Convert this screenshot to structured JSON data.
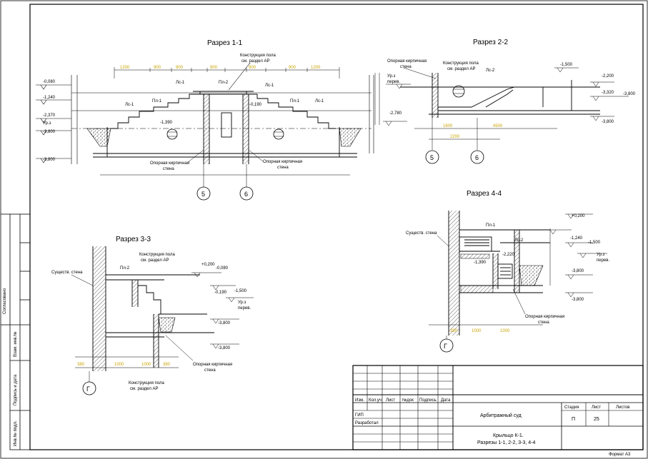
{
  "colors": {
    "line": "#000000",
    "dim": "#c8a400",
    "paper": "#ffffff"
  },
  "sections": {
    "s11": {
      "title": "Разрез 1-1",
      "constr": [
        "Конструкция пола",
        "см. раздел АР"
      ],
      "labels": {
        "lc1a": "Лс-1",
        "pl1a": "Пл-1",
        "pl2": "Пл-2",
        "lc1b": "Лс-1",
        "pl1b": "Пл-1",
        "lc1c": "Лс-1"
      },
      "levels": {
        "l0080": "-0,080",
        "l1240": "-1,240",
        "l2370": "-2,370",
        "up": "Ур.з",
        "l3800": "-3,800",
        "l3800b": "-3,800",
        "l1390": "-1,390",
        "l0190": "-0,190"
      },
      "wall_left": [
        "Опорная кирпичная",
        "стена"
      ],
      "wall_right": [
        "Опорная кирпичная",
        "стена"
      ],
      "axes": [
        "5",
        "6"
      ]
    },
    "s22": {
      "title": "Разрез 2-2",
      "wall": [
        "Опорная кирпичная",
        "стена"
      ],
      "constr": [
        "Конструкция пола",
        "см. раздел АР"
      ],
      "labels": {
        "lc2": "Лс-2"
      },
      "levels": {
        "l1500": "-1,500",
        "l2200": "-2,200",
        "l3320": "-3,320",
        "l3800a": "-3,800",
        "l2780": "-2,780",
        "l3800b": "-3,800",
        "up": "Ур.з",
        "per": "перев."
      },
      "axes": [
        "5",
        "6"
      ]
    },
    "s33": {
      "title": "Разрез 3-3",
      "exist": "Существ. стена",
      "constr1": [
        "Конструкция пола",
        "см. раздел АР"
      ],
      "constr2": [
        "Конструкция пола",
        "см. раздел АР"
      ],
      "labels": {
        "pl2": "Пл-2"
      },
      "levels": {
        "l0200": "+0,200",
        "l0080": "-0,080",
        "l0190": "-0,190",
        "l1500": "-1,500",
        "up": "Ур.з",
        "per": "перев.",
        "l3800a": "-3,800",
        "l3800b": "-3,800"
      },
      "wall": [
        "Опорная кирпичная",
        "стена"
      ],
      "axis": "Г"
    },
    "s44": {
      "title": "Разрез 4-4",
      "exist": "Существ. стена",
      "labels": {
        "pl1": "Пл-1",
        "lc2": "Лс-2"
      },
      "levels": {
        "l0200": "+0,200",
        "l1240": "-1,240",
        "l1500": "-1,500",
        "l2220": "-2,220",
        "l1390": "-1,390",
        "up": "Ур.з",
        "per": "перев.",
        "l3800a": "-3,800",
        "l3800b": "-3,800"
      },
      "wall": [
        "Опорная кирпичная",
        "стена"
      ],
      "axis": "Г"
    }
  },
  "side_stamp": [
    "Согласовано",
    "Взам. инв.№",
    "Подпись и дата",
    "Инв.№ подл."
  ],
  "titleblock": {
    "headers": [
      "Изм.",
      "Кол.уч",
      "Лист",
      "№док",
      "Подпись",
      "Дата"
    ],
    "rows": [
      "ГИП",
      "Разработал"
    ],
    "object": "Арбитражный суд",
    "sheet_title": [
      "Крыльцо К-1.",
      "Разрезы 1-1, 2-2, 3-3, 4-4"
    ],
    "stage_h": "Стадия",
    "sheet_h": "Лист",
    "sheets_h": "Листов",
    "stage": "П",
    "sheet": "25",
    "sheets": ""
  },
  "format": "Формат А3"
}
